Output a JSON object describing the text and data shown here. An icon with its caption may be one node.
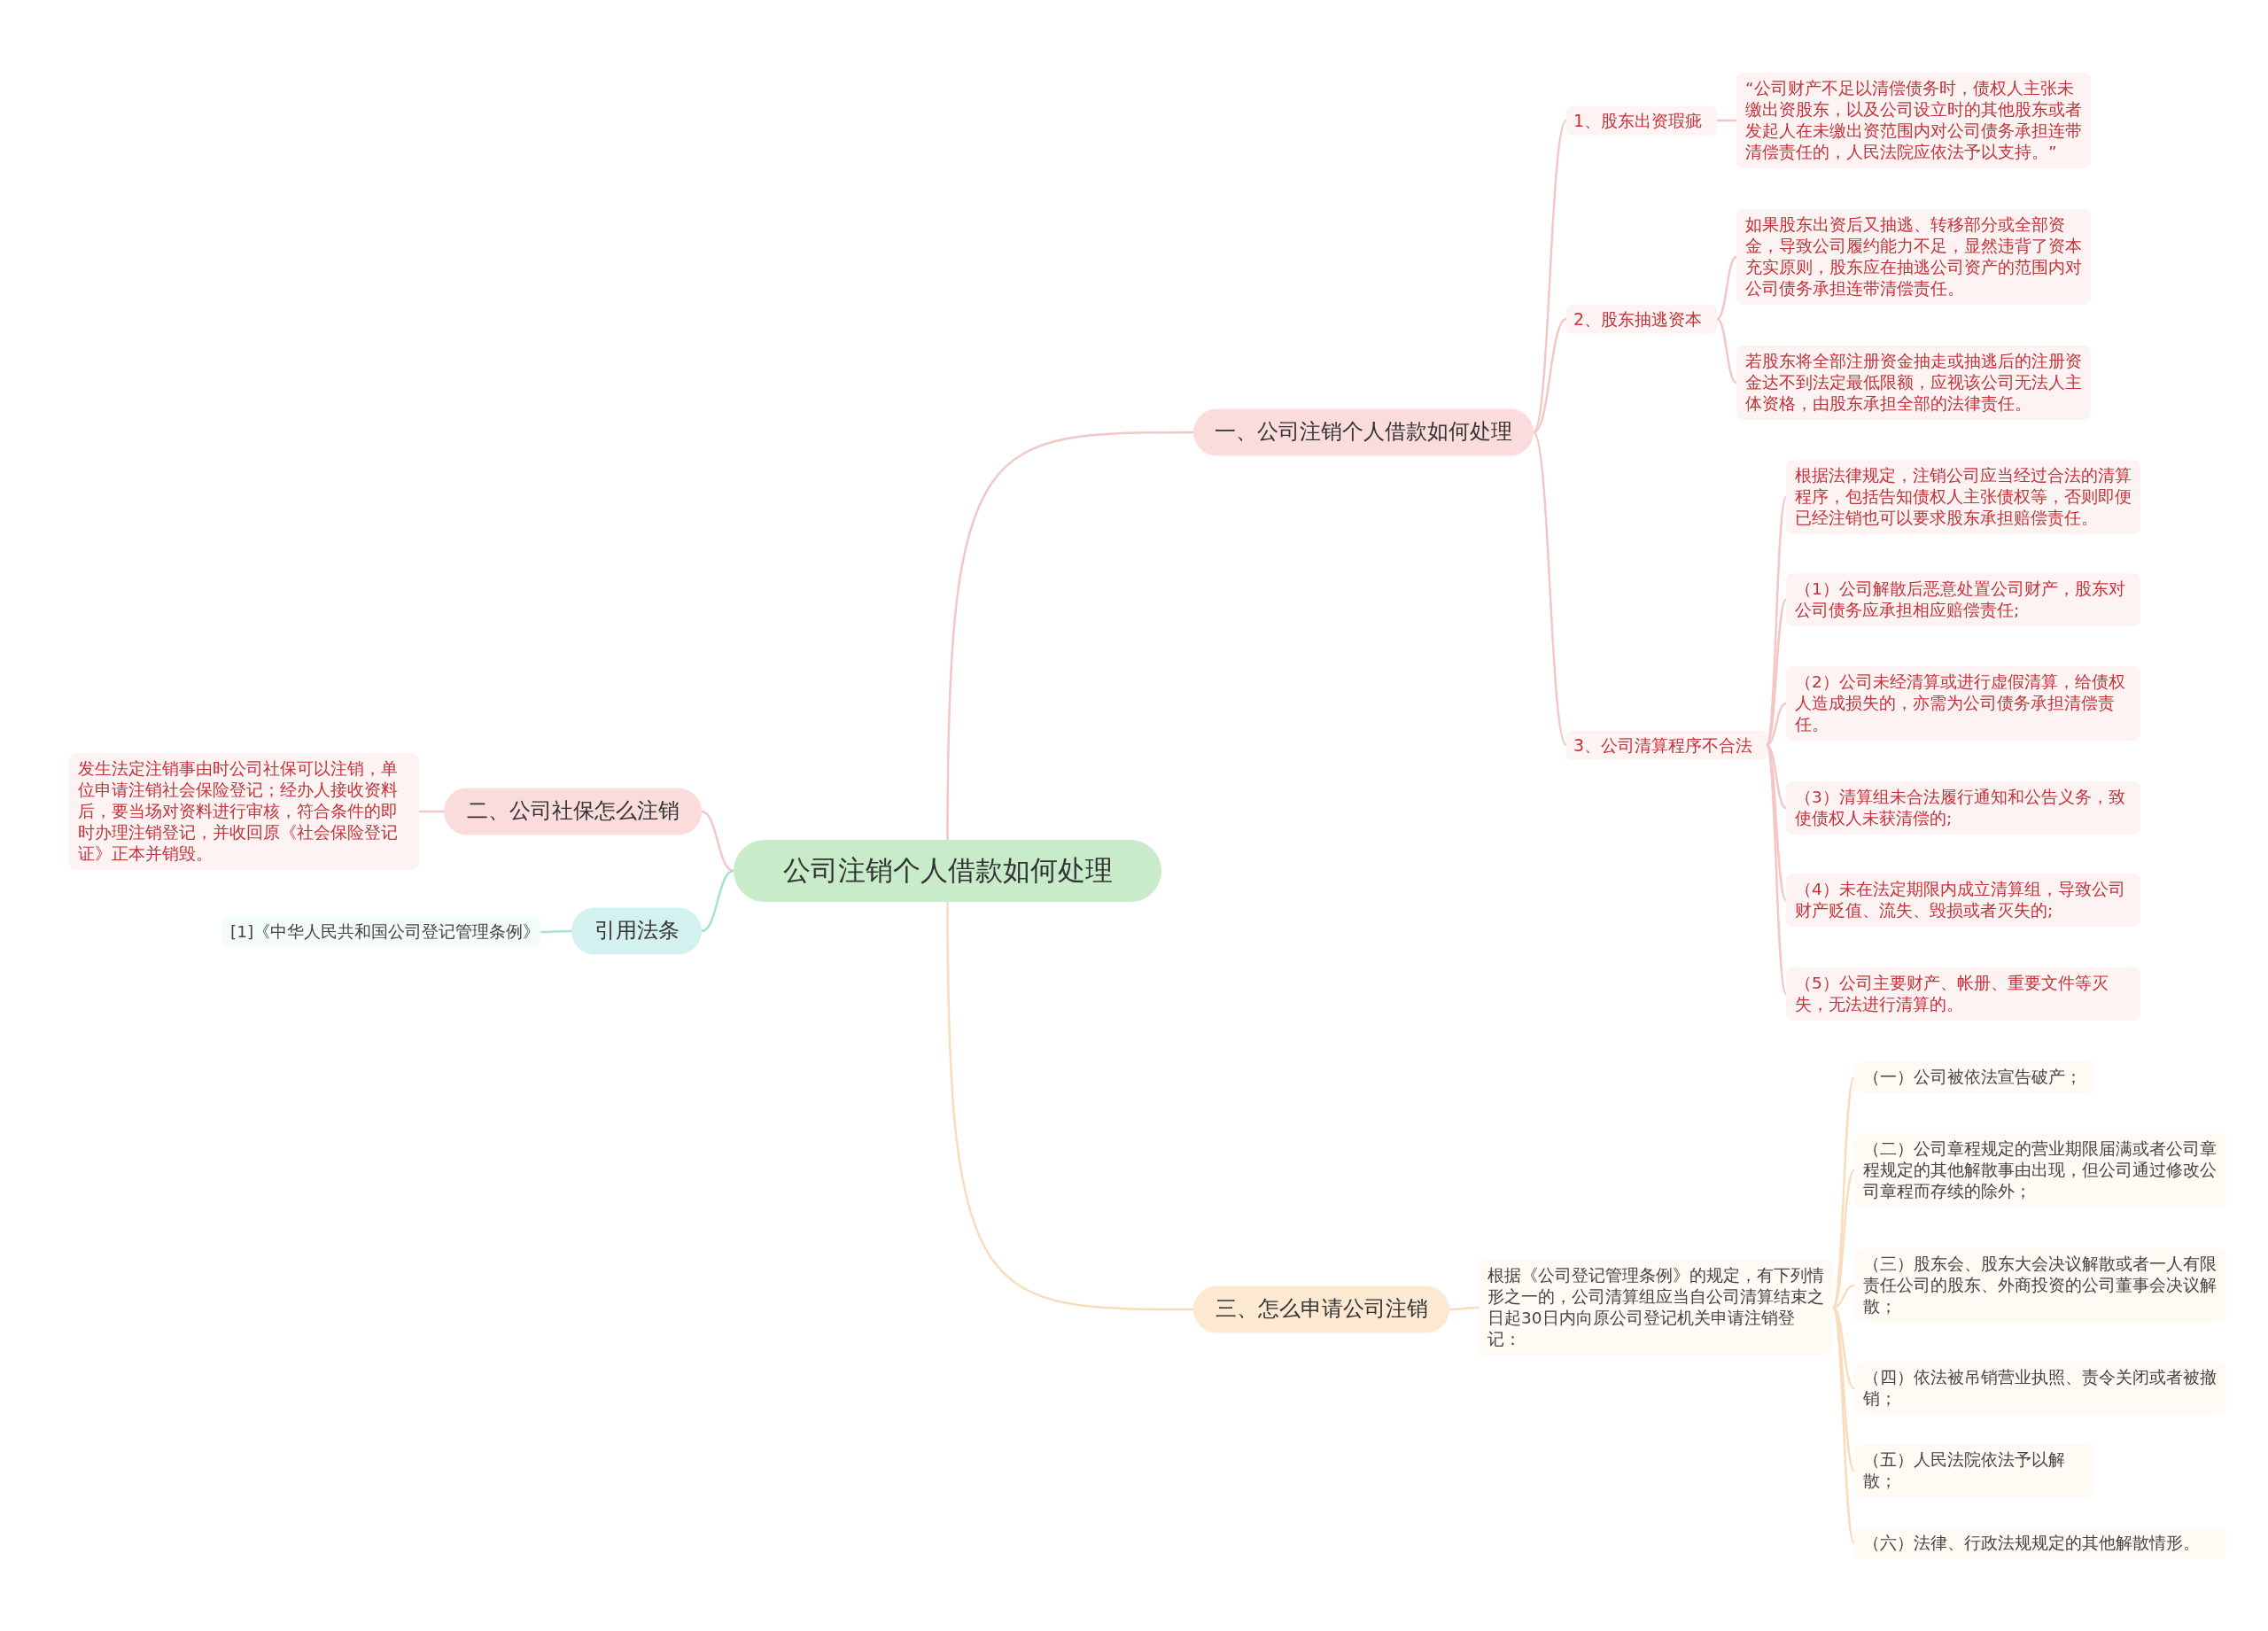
{
  "diagram": {
    "nodes": [
      {
        "text": [
          "公司注销个人借款如何处理"
        ]
      },
      {
        "text": [
          "一、公司注销个人借款如何处理"
        ]
      },
      {
        "text": [
          "1、股东出资瑕疵"
        ]
      },
      {
        "text": [
          "“公司财产不足以清偿债务时，债权人主张未缴出资股东，以及公司设立时的其他股东或者发起人在未缴出资范围内对公司债务承担连带清偿责任的，人民法院应依法予以支持。”"
        ]
      },
      {
        "text": [
          "2、股东抽逃资本"
        ]
      },
      {
        "text": [
          "如果股东出资后又抽逃、转移部分或全部资金，导致公司履约能力不足，显然违背了资本充实原则，股东应在抽逃公司资产的范围内对公司债务承担连带清偿责任。"
        ]
      },
      {
        "text": [
          "若股东将全部注册资金抽走或抽逃后的注册资金达不到法定最低限额，应视该公司无法人主体资格，由股东承担全部的法律责任。"
        ]
      },
      {
        "text": [
          "3、公司清算程序不合法"
        ]
      },
      {
        "text": [
          "根据法律规定，注销公司应当经过合法的清算程序，包括告知债权人主张债权等，否则即便已经注销也可以要求股东承担赔偿责任。"
        ]
      },
      {
        "text": [
          "（1）公司解散后恶意处置公司财产，股东对公司债务应承担相应赔偿责任;"
        ]
      },
      {
        "text": [
          "（2）公司未经清算或进行虚假清算，给债权人造成损失的，亦需为公司债务承担清偿责任。"
        ]
      },
      {
        "text": [
          "（3）清算组未合法履行通知和公告义务，致使债权人未获清偿的;"
        ]
      },
      {
        "text": [
          "（4）未在法定期限内成立清算组，导致公司财产贬值、流失、毁损或者灭失的;"
        ]
      },
      {
        "text": [
          "（5）公司主要财产、帐册、重要文件等灭失，无法进行清算的。"
        ]
      },
      {
        "text": [
          "二、公司社保怎么注销"
        ]
      },
      {
        "text": [
          "发生法定注销事由时公司社保可以注销，单位申请注销社会保险登记；经办人接收资料后，要当场对资料进行审核，符合条件的即时办理注销登记，并收回原《社会保险登记证》正本并销毁。"
        ]
      },
      {
        "text": [
          "引用法条"
        ]
      },
      {
        "text": [
          "[1]《中华人民共和国公司登记管理条例》"
        ]
      },
      {
        "text": [
          "三、怎么申请公司注销"
        ]
      },
      {
        "text": [
          "根据《公司登记管理条例》的规定，有下列情形之一的，公司清算组应当自公司清算结束之日起30日内向原公司登记机关申请注销登记："
        ]
      },
      {
        "text": [
          "（一）公司被依法宣告破产；"
        ]
      },
      {
        "text": [
          "（二）公司章程规定的营业期限届满或者公司章程规定的其他解散事由出现，但公司通过修改公司章程而存续的除外；"
        ]
      },
      {
        "text": [
          "（三）股东会、股东大会决议解散或者一人有限责任公司的股东、外商投资的公司董事会决议解散；"
        ]
      },
      {
        "text": [
          "（四）依法被吊销营业执照、责令关闭或者被撤销；"
        ]
      },
      {
        "text": [
          "（五）人民法院依法予以解散；"
        ]
      },
      {
        "text": [
          "（六）法律、行政法规规定的其他解散情形。"
        ]
      }
    ],
    "edges": [
      {
        "from": 0,
        "to": 1,
        "arrow": "none"
      },
      {
        "from": 1,
        "to": 2,
        "arrow": "none"
      },
      {
        "from": 2,
        "to": 3,
        "arrow": "none"
      },
      {
        "from": 1,
        "to": 4,
        "arrow": "none"
      },
      {
        "from": 4,
        "to": 5,
        "arrow": "none"
      },
      {
        "from": 4,
        "to": 6,
        "arrow": "none"
      },
      {
        "from": 1,
        "to": 7,
        "arrow": "none"
      },
      {
        "from": 7,
        "to": 8,
        "arrow": "none"
      },
      {
        "from": 7,
        "to": 9,
        "arrow": "none"
      },
      {
        "from": 7,
        "to": 10,
        "arrow": "none"
      },
      {
        "from": 7,
        "to": 11,
        "arrow": "none"
      },
      {
        "from": 7,
        "to": 12,
        "arrow": "none"
      },
      {
        "from": 7,
        "to": 13,
        "arrow": "none"
      },
      {
        "from": 0,
        "to": 14,
        "arrow": "none"
      },
      {
        "from": 14,
        "to": 15,
        "arrow": "none"
      },
      {
        "from": 0,
        "to": 16,
        "arrow": "none",
        "color": "#a8e0d8"
      },
      {
        "from": 16,
        "to": 17,
        "arrow": "none",
        "color": "#a8e0d8"
      },
      {
        "from": 0,
        "to": 18,
        "arrow": "none",
        "color": "#f8dcbc"
      },
      {
        "from": 18,
        "to": 19,
        "arrow": "none",
        "color": "#f8dcbc"
      },
      {
        "from": 19,
        "to": 20,
        "arrow": "none",
        "color": "#f8dcbc"
      },
      {
        "from": 19,
        "to": 21,
        "arrow": "none",
        "color": "#f8dcbc"
      },
      {
        "from": 19,
        "to": 22,
        "arrow": "none",
        "color": "#f8dcbc"
      },
      {
        "from": 19,
        "to": 23,
        "arrow": "none",
        "color": "#f8dcbc"
      },
      {
        "from": 19,
        "to": 24,
        "arrow": "none",
        "color": "#f8dcbc"
      },
      {
        "from": 19,
        "to": 25,
        "arrow": "none",
        "color": "#f8dcbc"
      }
    ]
  }
}
